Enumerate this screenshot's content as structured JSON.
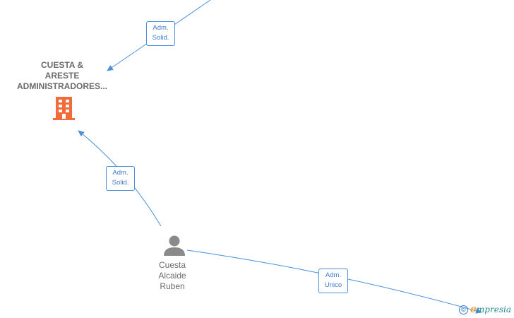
{
  "nodes": {
    "company": {
      "name_lines": [
        "CUESTA &",
        "ARESTE",
        "ADMINISTRADORES..."
      ],
      "icon": "building-icon",
      "color": "#f26b3a"
    },
    "person": {
      "name_lines": [
        "Cuesta",
        "Alcaide",
        "Ruben"
      ],
      "icon": "person-icon",
      "color": "#8a8a8a"
    }
  },
  "edges": [
    {
      "id": "edge-top",
      "label_lines": [
        "Adm.",
        "Solid."
      ]
    },
    {
      "id": "edge-person-company",
      "label_lines": [
        "Adm.",
        "Solid."
      ]
    },
    {
      "id": "edge-person-right",
      "label_lines": [
        "Adm.",
        "Unico"
      ]
    }
  ],
  "watermark": {
    "symbol": "©",
    "brand_initial": "e",
    "brand_rest": "mpresia"
  },
  "colors": {
    "edge": "#4a8fd8",
    "edge_text": "#3d7cc9"
  }
}
